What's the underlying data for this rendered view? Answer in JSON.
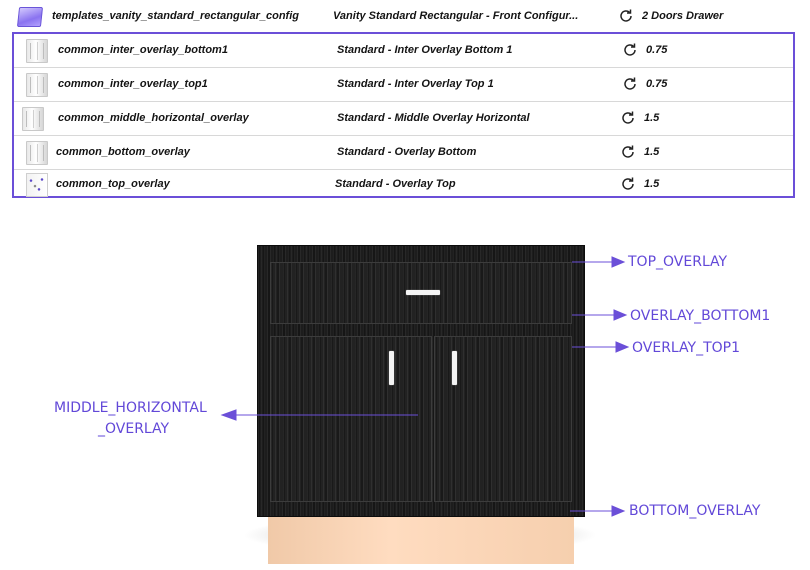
{
  "header": {
    "name": "templates_vanity_standard_rectangular_config",
    "description": "Vanity Standard Rectangular - Front Configur...",
    "value": "2 Doors Drawer"
  },
  "list": {
    "rows": [
      {
        "name": "common_inter_overlay_bottom1",
        "description": "Standard - Inter Overlay Bottom 1",
        "value": "0.75",
        "thumb": "cab"
      },
      {
        "name": "common_inter_overlay_top1",
        "description": "Standard - Inter Overlay Top 1",
        "value": "0.75",
        "thumb": "cab"
      },
      {
        "name": "common_middle_horizontal_overlay",
        "description": "Standard - Middle Overlay Horizontal",
        "value": "1.5",
        "thumb": "cab"
      },
      {
        "name": "common_bottom_overlay",
        "description": "Standard - Overlay Bottom",
        "value": "1.5",
        "thumb": "cab"
      },
      {
        "name": "common_top_overlay",
        "description": "Standard - Overlay Top",
        "value": "1.5",
        "thumb": "speck"
      }
    ]
  },
  "diagram": {
    "labels": {
      "top_overlay": "TOP_OVERLAY",
      "overlay_bottom1": "OVERLAY_BOTTOM1",
      "overlay_top1": "OVERLAY_TOP1",
      "middle_horizontal_line1": "MIDDLE_HORIZONTAL",
      "middle_horizontal_line2": "_OVERLAY",
      "bottom_overlay": "BOTTOM_OVERLAY"
    }
  },
  "icons": {
    "refresh": "refresh-icon",
    "template_thumb": "template-thumbnail-icon",
    "cabinet_thumb": "cabinet-thumbnail-icon"
  },
  "colors": {
    "accent": "#6b4fd8",
    "label": "#6248d8",
    "cabinet_body": "#1d1d1d",
    "plinth": "#ffdcc0"
  }
}
